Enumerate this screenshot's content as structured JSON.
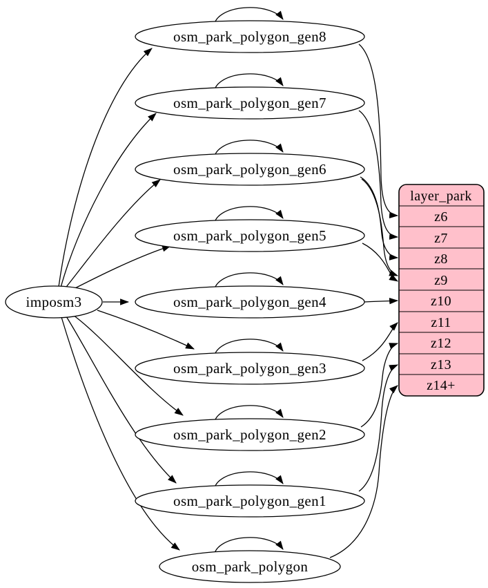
{
  "graph": {
    "source": {
      "label": "imposm3"
    },
    "tables": [
      {
        "label": "osm_park_polygon_gen8"
      },
      {
        "label": "osm_park_polygon_gen7"
      },
      {
        "label": "osm_park_polygon_gen6"
      },
      {
        "label": "osm_park_polygon_gen5"
      },
      {
        "label": "osm_park_polygon_gen4"
      },
      {
        "label": "osm_park_polygon_gen3"
      },
      {
        "label": "osm_park_polygon_gen2"
      },
      {
        "label": "osm_park_polygon_gen1"
      },
      {
        "label": "osm_park_polygon"
      }
    ],
    "layer_table": {
      "title": "layer_park",
      "rows": [
        "z6",
        "z7",
        "z8",
        "z9",
        "z10",
        "z11",
        "z12",
        "z13",
        "z14+"
      ]
    },
    "edges": {
      "from_source": [
        "osm_park_polygon_gen8",
        "osm_park_polygon_gen7",
        "osm_park_polygon_gen6",
        "osm_park_polygon_gen5",
        "osm_park_polygon_gen4",
        "osm_park_polygon_gen3",
        "osm_park_polygon_gen2",
        "osm_park_polygon_gen1",
        "osm_park_polygon"
      ],
      "self_loops": [
        "osm_park_polygon_gen8",
        "osm_park_polygon_gen7",
        "osm_park_polygon_gen6",
        "osm_park_polygon_gen5",
        "osm_park_polygon_gen4",
        "osm_park_polygon_gen3",
        "osm_park_polygon_gen2",
        "osm_park_polygon_gen1",
        "osm_park_polygon"
      ],
      "to_layer": [
        {
          "from": "osm_park_polygon_gen8",
          "to": "z6"
        },
        {
          "from": "osm_park_polygon_gen7",
          "to": "z7"
        },
        {
          "from": "osm_park_polygon_gen6",
          "to": "z8"
        },
        {
          "from": "osm_park_polygon_gen6",
          "to": "z9"
        },
        {
          "from": "osm_park_polygon_gen5",
          "to": "z9"
        },
        {
          "from": "osm_park_polygon_gen4",
          "to": "z10"
        },
        {
          "from": "osm_park_polygon_gen3",
          "to": "z11"
        },
        {
          "from": "osm_park_polygon_gen2",
          "to": "z12"
        },
        {
          "from": "osm_park_polygon_gen1",
          "to": "z13"
        },
        {
          "from": "osm_park_polygon",
          "to": "z14+"
        }
      ]
    },
    "colors": {
      "layer_fill": "#ffc0cb",
      "node_fill": "#ffffff",
      "edge": "#000000"
    }
  }
}
